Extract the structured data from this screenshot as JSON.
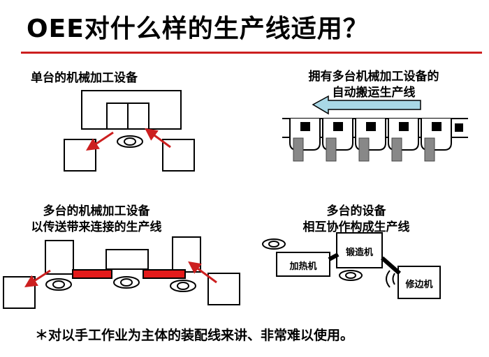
{
  "title": "OEE对什么样的生产线适用？",
  "colors": {
    "accent": "#cc1f1f",
    "line": "#000000",
    "conveyor_arrow": "#a9d8e6",
    "part_gray": "#888888"
  },
  "quadrants": {
    "top_left": {
      "label_lines": [
        "单台的机械加工设备"
      ]
    },
    "top_right": {
      "label_lines": [
        "拥有多台机械加工设备的",
        "自动搬运生产线"
      ]
    },
    "bottom_left": {
      "label_lines": [
        "多台的机械加工设备",
        "以传送带来连接的生产线"
      ]
    },
    "bottom_right": {
      "label_lines": [
        "多台的设备",
        "相互协作构成生产线"
      ],
      "machines": {
        "heater": "加热机",
        "forge": "锻造机",
        "trimmer": "修边机"
      }
    }
  },
  "footnote": "＊对以手工作业为主体的装配线来讲、非常难以使用。"
}
